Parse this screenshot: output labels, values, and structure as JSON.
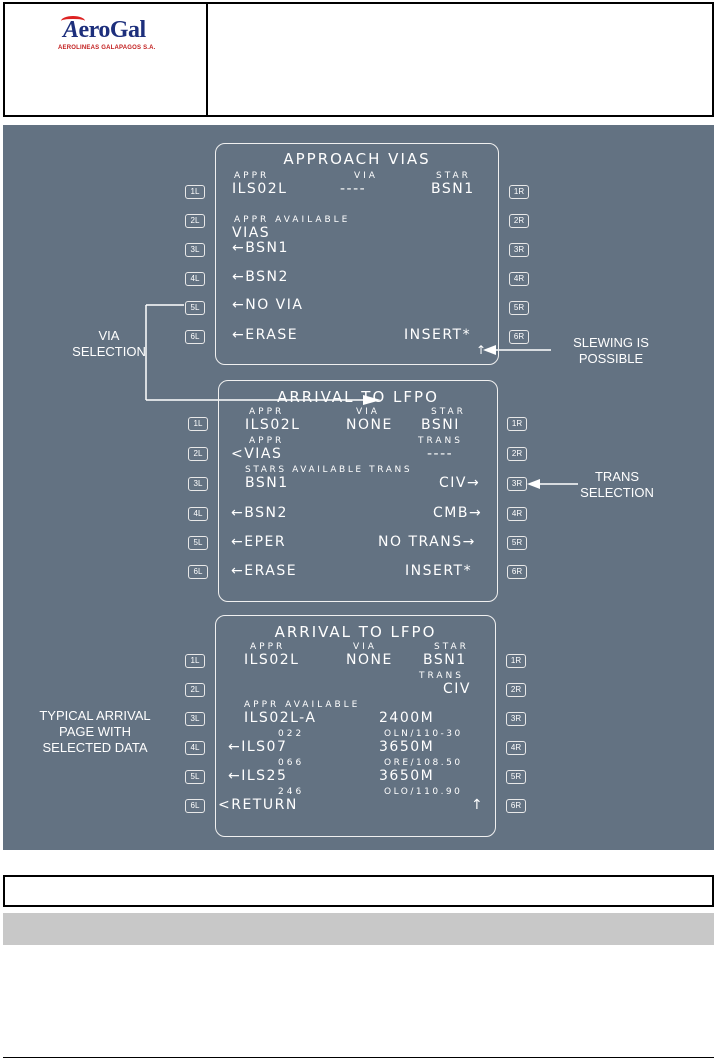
{
  "header": {
    "logo_word_a": "A",
    "logo_word_rest": "eroGal",
    "logo_sub": "AEROLINEAS GALAPAGOS S.A."
  },
  "lsk_labels": {
    "left": [
      "1L",
      "2L",
      "3L",
      "4L",
      "5L",
      "6L"
    ],
    "right": [
      "1R",
      "2R",
      "3R",
      "4R",
      "5R",
      "6R"
    ]
  },
  "page1": {
    "title": "APPROACH VIAS",
    "appr_label": "APPR",
    "via_label": "VIA",
    "star_label": "STAR",
    "appr_value": "ILS02L",
    "via_value": "----",
    "star_value": "BSN1",
    "appr_available_label": "APPR AVAILABLE",
    "vias_heading": "VIAS",
    "l3": "←BSN1",
    "l4": "←BSN2",
    "l5": "←NO VIA",
    "l6": "←ERASE",
    "r6": "INSERT*",
    "slew_arrow": "↑"
  },
  "page2": {
    "title": "ARRIVAL TO LFPO",
    "appr_label": "APPR",
    "via_label": "VIA",
    "star_label": "STAR",
    "appr_value": "ILS02L",
    "via_value": "NONE",
    "star_value": "BSNI",
    "appr_label2": "APPR",
    "trans_label": "TRANS",
    "l2": "<VIAS",
    "trans_value": "----",
    "stars_available_label": "STARS AVAILABLE TRANS",
    "l3": "BSN1",
    "r3": "CIV→",
    "l4": "←BSN2",
    "r4": "CMB→",
    "l5": "←EPER",
    "r5": "NO TRANS→",
    "l6": "←ERASE",
    "r6": "INSERT*"
  },
  "page3": {
    "title": "ARRIVAL TO LFPO",
    "appr_label": "APPR",
    "via_label": "VIA",
    "star_label": "STAR",
    "appr_value": "ILS02L",
    "via_value": "NONE",
    "star_value": "BSN1",
    "trans_label": "TRANS",
    "trans_value": "CIV",
    "appr_available_label": "APPR AVAILABLE",
    "l3": "ILS02L-A",
    "l3_mid": "2400M",
    "s4": "022",
    "s4_right": "OLN/110-30",
    "l4": "←ILS07",
    "l4_mid": "3650M",
    "s5": "066",
    "s5_right": "ORE/108.50",
    "l5": "←ILS25",
    "l5_mid": "3650M",
    "s6": "246",
    "s6_right": "OLO/110.90",
    "l6": "<RETURN",
    "r6": "↑"
  },
  "callouts": {
    "via_selection": [
      "VIA",
      "SELECTION"
    ],
    "slewing": [
      "SLEWING IS",
      "POSSIBLE"
    ],
    "trans_selection": [
      "TRANS",
      "SELECTION"
    ],
    "typical": [
      "TYPICAL ARRIVAL",
      "PAGE WITH",
      "SELECTED DATA"
    ]
  },
  "colors": {
    "diagram_bg": "#637282",
    "logo_blue": "#1d2f7c",
    "logo_red": "#c21d1d",
    "grey_bar": "#c8c8c8"
  }
}
